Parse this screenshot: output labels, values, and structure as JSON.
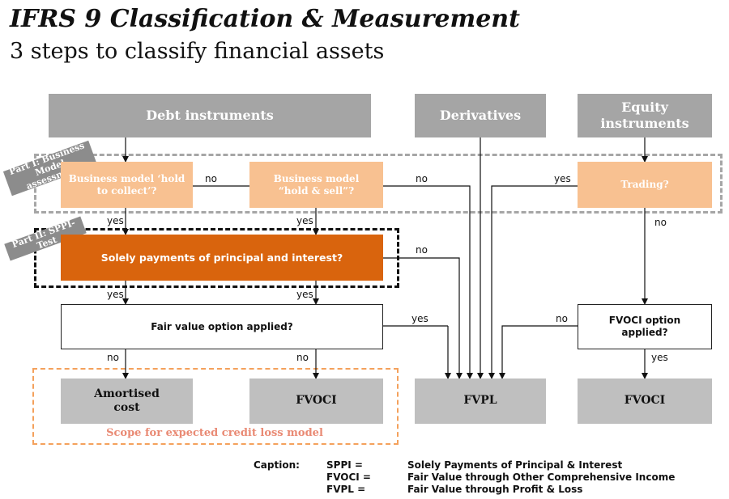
{
  "header": {
    "title": "IFRS 9 Classification & Measurement",
    "subtitle": "3 steps to classify financial assets"
  },
  "top_categories": {
    "debt": "Debt instruments",
    "derivatives": "Derivatives",
    "equity": "Equity instruments"
  },
  "parts": {
    "part1": "Part I: Business Model assessment",
    "part2": "Part II: SPPI-Test"
  },
  "nodes": {
    "hold_to_collect": "Business model ‘hold to collect’?",
    "hold_and_sell": "Business model “hold & sell”?",
    "trading": "Trading?",
    "sppi": "Solely payments of principal and interest?",
    "fvo": "Fair value option applied?",
    "fvoci_option": "FVOCI option applied?",
    "amortised_cost": "Amortised cost",
    "fvoci_debt": "FVOCI",
    "fvpl": "FVPL",
    "fvoci_equity": "FVOCI"
  },
  "edge_labels": {
    "yes": "yes",
    "no": "no"
  },
  "scope_label": "Scope for expected credit loss model",
  "caption": {
    "label": "Caption:",
    "entries": [
      {
        "abbr": "SPPI =",
        "meaning": "Solely Payments of Principal & Interest"
      },
      {
        "abbr": "FVOCI =",
        "meaning": "Fair Value through Other Comprehensive Income"
      },
      {
        "abbr": "FVPL =",
        "meaning": "Fair Value through Profit & Loss"
      }
    ]
  },
  "colors": {
    "grey_header": "#a5a5a5",
    "light_orange": "#f8c191",
    "dark_orange": "#d9640d",
    "result_grey": "#bfbfbf",
    "scope_text": "#e98a74"
  }
}
